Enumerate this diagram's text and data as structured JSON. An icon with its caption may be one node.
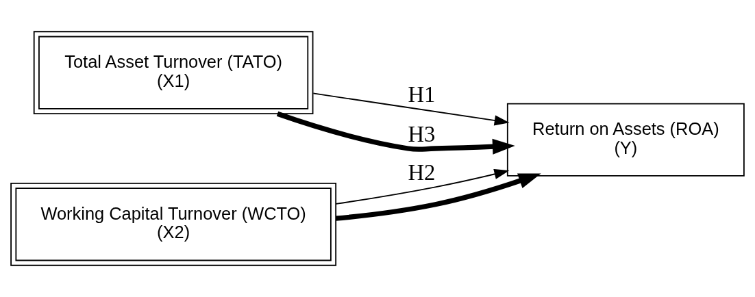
{
  "diagram": {
    "nodes": [
      {
        "text": [
          "Total Asset Turnover (TATO)",
          "(X1)"
        ]
      },
      {
        "text": [
          "Working Capital Turnover (WCTO)",
          "(X2)"
        ]
      },
      {
        "text": [
          "Return on Assets (ROA)",
          "(Y)"
        ]
      }
    ],
    "edges": [
      {
        "from": 0,
        "to": 2,
        "arrow": "to",
        "label": "H1"
      },
      {
        "from": 1,
        "to": 2,
        "arrow": "to",
        "label": "H2"
      },
      {
        "from": 0,
        "to": 2,
        "arrow": "to",
        "style": "thick",
        "label": "H3"
      },
      {
        "from": 1,
        "to": 2,
        "arrow": "to",
        "style": "thick"
      }
    ]
  }
}
